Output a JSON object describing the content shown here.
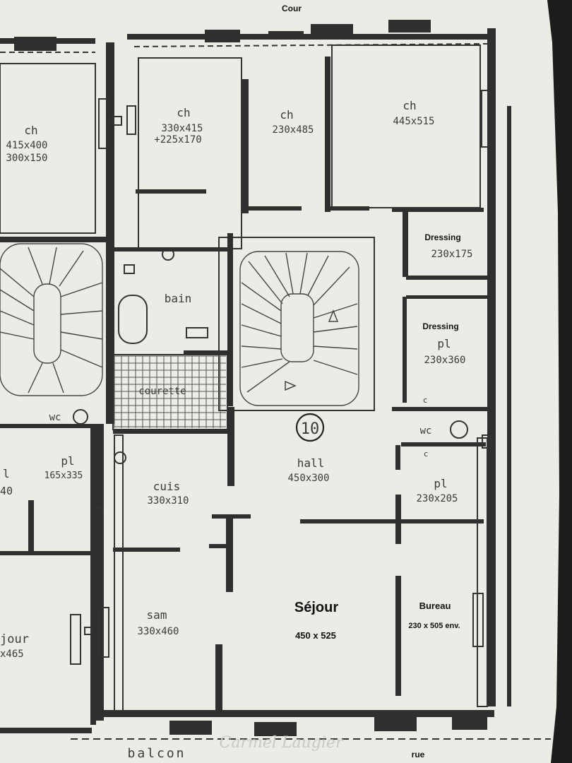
{
  "orientation": {
    "top": "Cour",
    "bottom": "rue",
    "balcony": "balcon",
    "watermark": "Carmel Laugier"
  },
  "unit_number": "10",
  "rooms": {
    "ch1": {
      "name": "ch",
      "dims": "330x415",
      "extra": "+225x170"
    },
    "ch2": {
      "name": "ch",
      "dims": "230x485"
    },
    "ch3": {
      "name": "ch",
      "dims": "445x515"
    },
    "dressing1": {
      "name": "Dressing",
      "dims": "230x175"
    },
    "dressing2": {
      "name": "Dressing"
    },
    "pl1": {
      "name": "pl",
      "dims": "230x360"
    },
    "bain": {
      "name": "bain"
    },
    "courette": {
      "name": "courette"
    },
    "wc": {
      "name": "wc"
    },
    "pl2": {
      "name": "pl",
      "dims": "230x205"
    },
    "hall": {
      "name": "hall",
      "dims": "450x300"
    },
    "cuis": {
      "name": "cuis",
      "dims": "330x310"
    },
    "sam": {
      "name": "sam",
      "dims": "330x460"
    },
    "sejour": {
      "name": "Séjour",
      "dims": "450 x 525"
    },
    "bureau": {
      "name": "Bureau",
      "dims": "230 x 505 env."
    }
  },
  "neighbor": {
    "ch_name": "ch",
    "ch_dims": "415x400",
    "ch_extra": "300x150",
    "wc": "wc",
    "pl_name": "pl",
    "pl_dims": "165x335",
    "cut_a": "l",
    "cut_b": "40",
    "sejour_cut": "jour",
    "sejour_dims_cut": "x465"
  },
  "marks": {
    "c1": "c",
    "c2": "c"
  }
}
